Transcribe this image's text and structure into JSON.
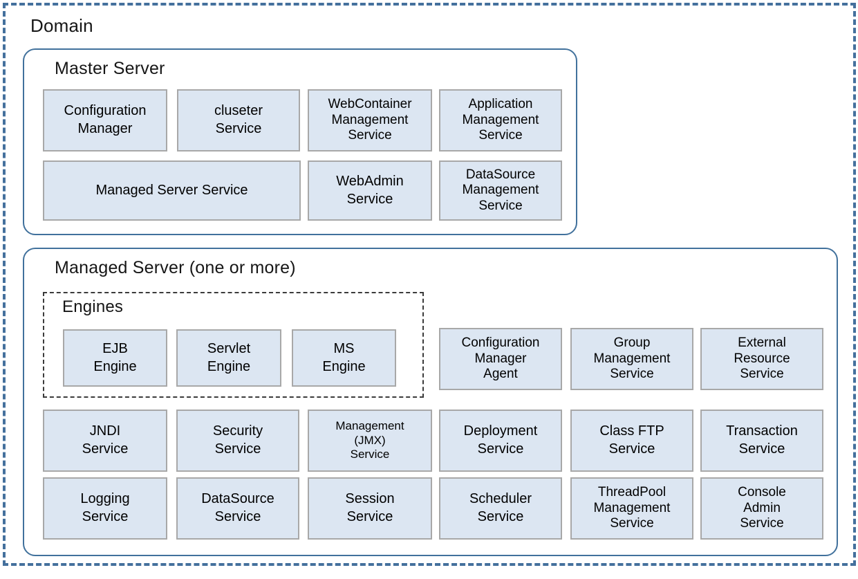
{
  "colors": {
    "box_fill": "#dce6f2",
    "box_border": "#a8a8a8",
    "container_border": "#41719c",
    "outer_dash": "#44709d",
    "engines_dash": "#3a3a3a",
    "text": "#000000"
  },
  "domain_label": "Domain",
  "master": {
    "title": "Master Server",
    "boxes": [
      "Configuration\nManager",
      "cluseter\nService",
      "WebContainer\nManagement\nService",
      "Application\nManagement\nService",
      "Managed Server Service",
      "WebAdmin\nService",
      "DataSource\nManagement\nService"
    ]
  },
  "managed": {
    "title": "Managed Server (one or more)",
    "engines": {
      "title": "Engines",
      "boxes": [
        "EJB\nEngine",
        "Servlet\nEngine",
        "MS\nEngine"
      ]
    },
    "agent_row": [
      "Configuration\nManager\nAgent",
      "Group\nManagement\nService",
      "External\nResource\nService"
    ],
    "row2": [
      "JNDI\nService",
      "Security\nService",
      "Management\n(JMX)\nService",
      "Deployment\nService",
      "Class FTP\nService",
      "Transaction\nService"
    ],
    "row3": [
      "Logging\nService",
      "DataSource\nService",
      "Session\nService",
      "Scheduler\nService",
      "ThreadPool\nManagement\nService",
      "Console\nAdmin\nService"
    ]
  }
}
